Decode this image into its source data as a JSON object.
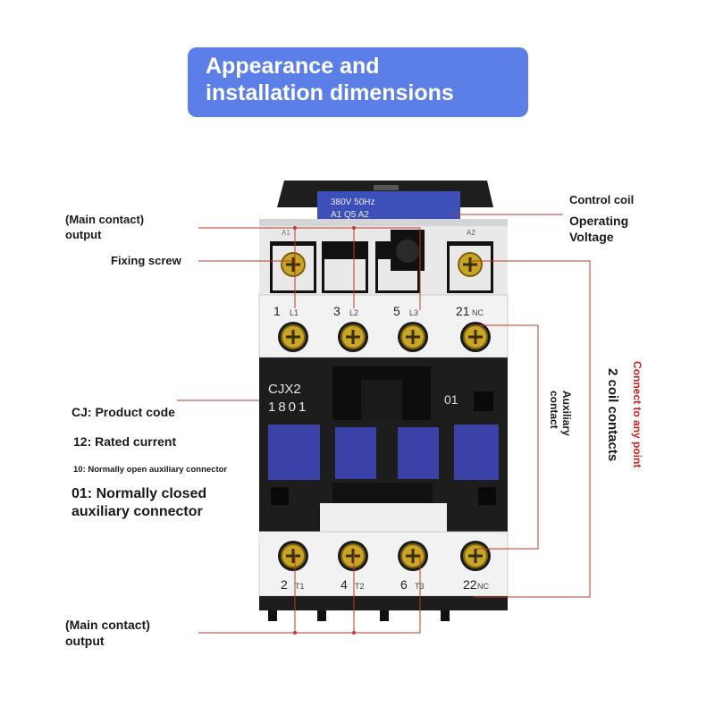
{
  "title": {
    "line1": "Appearance and",
    "line2": "installation dimensions"
  },
  "device": {
    "nameplate_line1": "380V 50Hz",
    "nameplate_line2": "A1   Q5   A2",
    "a1_mark": "A1",
    "a2_mark": "A2",
    "top_terminals": [
      {
        "num": "1",
        "sub": "L1"
      },
      {
        "num": "3",
        "sub": "L2"
      },
      {
        "num": "5",
        "sub": "L3"
      },
      {
        "num": "21",
        "sub": "NC"
      }
    ],
    "bottom_terminals": [
      {
        "num": "2",
        "sub": "T1"
      },
      {
        "num": "4",
        "sub": "T2"
      },
      {
        "num": "6",
        "sub": "T3"
      },
      {
        "num": "22",
        "sub": "NC"
      }
    ],
    "model_line1": "CJX2",
    "model_line2": "1801",
    "aux_code": "01"
  },
  "labels": {
    "main_output_top": [
      "(Main contact)",
      "output"
    ],
    "fixing_screw": "Fixing screw",
    "product_code": "CJ: Product code",
    "rated_current": "12: Rated current",
    "no_aux": "10: Normally open auxiliary connector",
    "nc_aux": [
      "01: Normally closed",
      "auxiliary connector"
    ],
    "main_output_bottom": [
      "(Main contact)",
      "output"
    ],
    "control_coil": "Control coil",
    "operating_voltage": [
      "Operating",
      "Voltage"
    ],
    "aux_contact": [
      "Auxiliary",
      "contact"
    ],
    "coil_contacts": "2 coil contacts",
    "connect_any": "Connect to any point"
  },
  "colors": {
    "title_bg": "#5b7fe6",
    "line_red": "#c0392b",
    "accent_red": "#d62020",
    "button_blue": "#3a42a8"
  }
}
